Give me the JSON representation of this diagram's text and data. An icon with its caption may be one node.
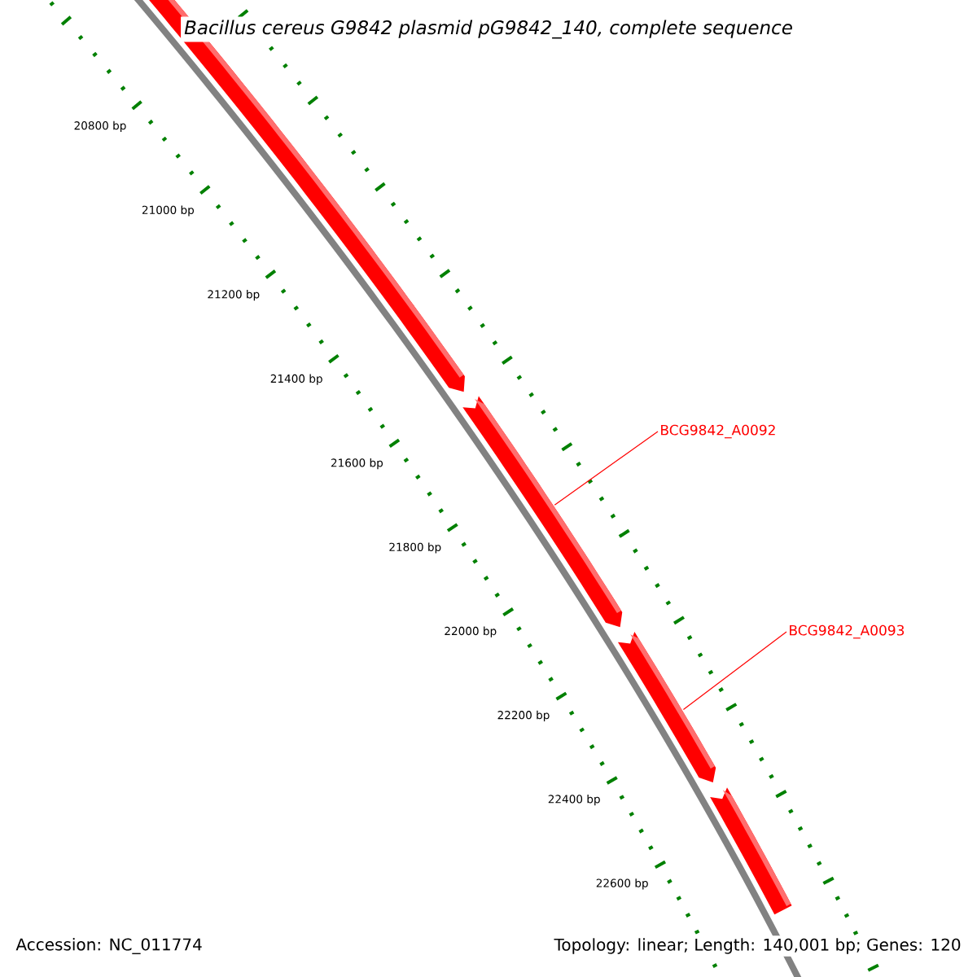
{
  "diagram": {
    "title": "Bacillus cereus G9842 plasmid pG9842_140, complete sequence",
    "nodes": [
      {
        "text": [],
        "shape": "bar"
      },
      {
        "text": [],
        "shape": "bar"
      },
      {
        "text": [],
        "shape": "bar"
      },
      {
        "text": [],
        "shape": "bar"
      },
      {
        "text": [
          "BCG9842_A0092"
        ]
      },
      {
        "text": [
          "BCG9842_A0093"
        ]
      }
    ],
    "edges": [
      {
        "from": 4,
        "to": 1,
        "arrow": "none"
      },
      {
        "from": 5,
        "to": 2,
        "arrow": "none"
      }
    ],
    "labels": [
      "20800 bp",
      "21000 bp",
      "21200 bp",
      "21400 bp",
      "21600 bp",
      "21800 bp",
      "22000 bp",
      "22200 bp",
      "22400 bp",
      "22600 bp",
      "Accession: NC_011774",
      "Topology: linear; Length: 140,001 bp; Genes: 120"
    ]
  }
}
